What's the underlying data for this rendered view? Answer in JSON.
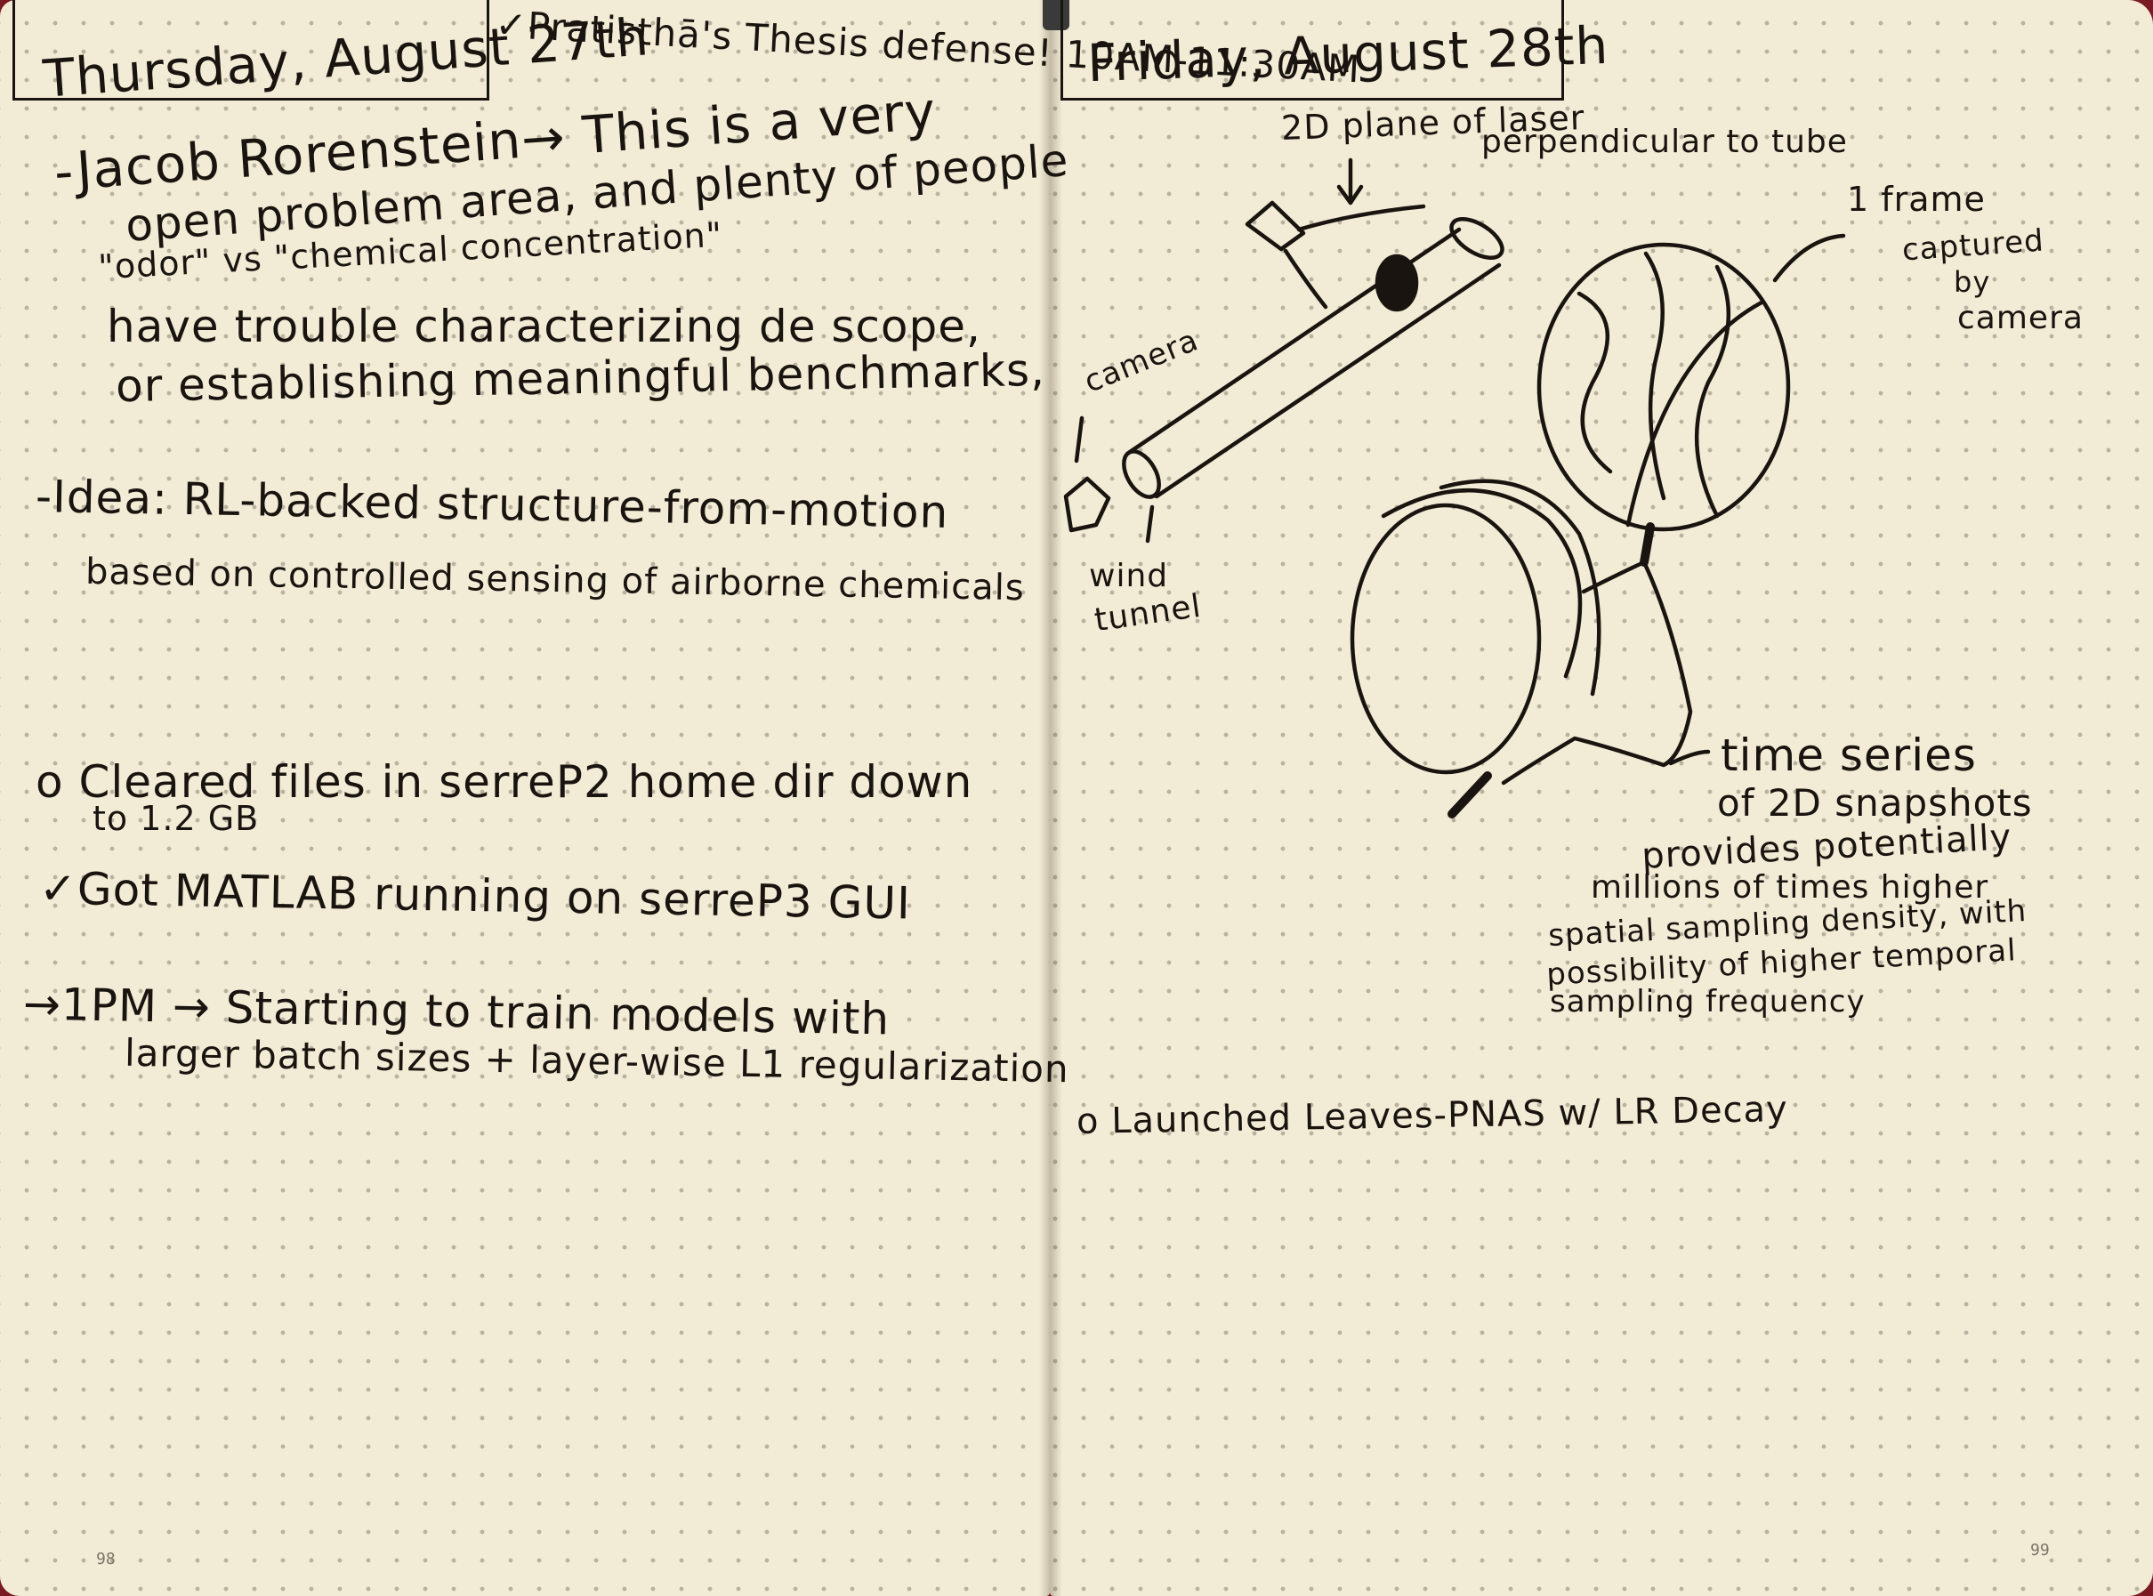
{
  "left_page": {
    "date_heading": "Thursday, August 27th",
    "event_note": "✓Pratisthā's Thesis defense! 10AM-11:30AM",
    "lines": [
      "-Jacob Rorenstein→ This is a very",
      "open problem area, and plenty of people",
      "\"odor\" vs \"chemical concentration\"",
      "have trouble characterizing de scope,",
      "or establishing meaningful benchmarks,",
      "-Idea: RL-backed structure-from-motion",
      "based on controlled sensing of airborne chemicals",
      "o Cleared files in serreP2 home dir down",
      "to 1.2 GB",
      "✓Got MATLAB running on serreP3 GUI",
      "→1PM → Starting to train models with",
      "larger batch sizes + layer-wise L1 regularization"
    ],
    "page_number": "98"
  },
  "right_page": {
    "date_heading": "Friday, August 28th",
    "sketch_labels": {
      "plane": "2D plane of laser",
      "perpendicular": "perpendicular to tube",
      "camera": "camera",
      "wind_tunnel_1": "wind",
      "wind_tunnel_2": "tunnel",
      "frame_1": "1 frame",
      "frame_2": "captured",
      "frame_3": "by",
      "frame_4": "camera",
      "ts_1": "time series",
      "ts_2": "of 2D snapshots"
    },
    "notes": [
      "provides potentially",
      "millions of times higher",
      "spatial sampling density, with",
      "possibility of higher temporal",
      "sampling frequency"
    ],
    "launched": "o Launched Leaves-PNAS w/ LR Decay",
    "page_number": "99"
  }
}
